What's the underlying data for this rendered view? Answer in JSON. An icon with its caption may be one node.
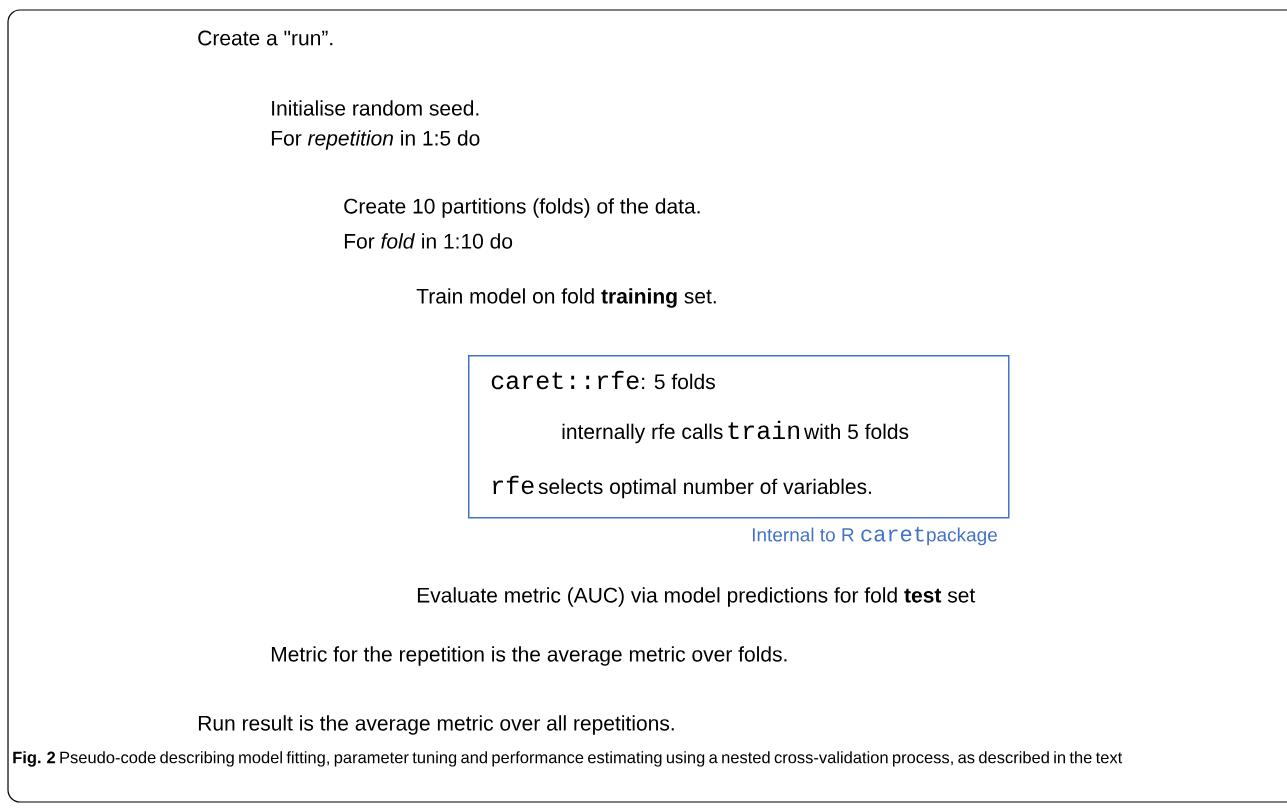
{
  "diagram": {
    "caption": "**Fig. 2** Pseudo-code describing model fitting, parameter tuning and performance estimating using a nested cross-validation process, as described in the text",
    "nodes": [
      {
        "text": [
          "caret::rfe",
          ": 5 folds",
          "internally rfe calls",
          "train",
          "with 5 folds",
          "rfe",
          "selects optimal number of variables."
        ],
        "beside": [
          "Internal to R",
          "caret",
          "package"
        ]
      }
    ],
    "labels": [
      "Create a \"run”.",
      "Initialise random seed.",
      "For *repetition* in 1:5 do",
      "Create 10 partitions (folds) of the data.",
      "For *fold* in 1:10 do",
      "Train model on fold **training** set.",
      "Evaluate metric (AUC) via model predictions for fold **test** set",
      "Metric for the repetition is the average metric over folds.",
      "Run result is the average metric over all repetitions."
    ]
  }
}
